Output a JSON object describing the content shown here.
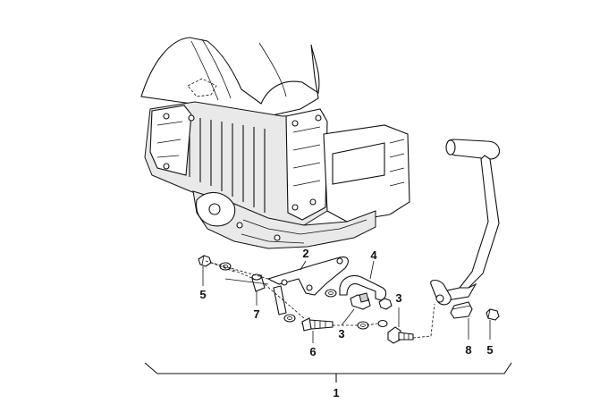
{
  "diagram": {
    "callouts": [
      {
        "id": "c1",
        "label": "1"
      },
      {
        "id": "c2",
        "label": "2"
      },
      {
        "id": "c3a",
        "label": "3"
      },
      {
        "id": "c3b",
        "label": "3"
      },
      {
        "id": "c4",
        "label": "4"
      },
      {
        "id": "c5a",
        "label": "5"
      },
      {
        "id": "c5b",
        "label": "5"
      },
      {
        "id": "c6",
        "label": "6"
      },
      {
        "id": "c7",
        "label": "7"
      },
      {
        "id": "c8",
        "label": "8"
      }
    ]
  }
}
